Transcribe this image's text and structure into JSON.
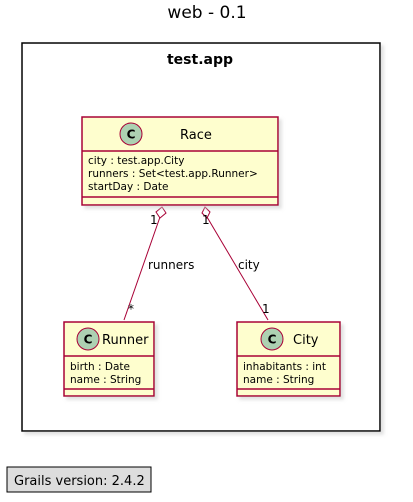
{
  "diagram": {
    "title": "web - 0.1",
    "package": "test.app",
    "classes": [
      {
        "name": "Race",
        "stereotype_letter": "C",
        "attributes": [
          "city : test.app.City",
          "runners : Set<test.app.Runner>",
          "startDay : Date"
        ]
      },
      {
        "name": "Runner",
        "stereotype_letter": "C",
        "attributes": [
          "birth : Date",
          "name : String"
        ]
      },
      {
        "name": "City",
        "stereotype_letter": "C",
        "attributes": [
          "inhabitants : int",
          "name : String"
        ]
      }
    ],
    "relations": [
      {
        "from": "Race",
        "to": "Runner",
        "label": "runners",
        "from_mult": "1",
        "to_mult": "*"
      },
      {
        "from": "Race",
        "to": "City",
        "label": "city",
        "from_mult": "1",
        "to_mult": "1"
      }
    ],
    "footer": "Grails version: 2.4.2",
    "colors": {
      "class_fill": "#FEFECE",
      "class_border": "#A80036",
      "circle_fill": "#ADD1B2",
      "footer_fill": "#DDDDDD"
    }
  }
}
